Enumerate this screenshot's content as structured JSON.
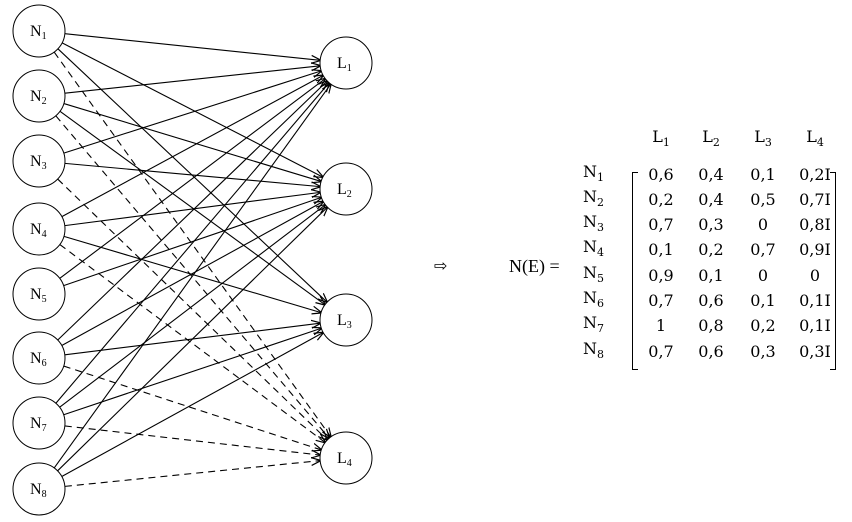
{
  "graph": {
    "sources": [
      {
        "name": "N",
        "sub": "1"
      },
      {
        "name": "N",
        "sub": "2"
      },
      {
        "name": "N",
        "sub": "3"
      },
      {
        "name": "N",
        "sub": "4"
      },
      {
        "name": "N",
        "sub": "5"
      },
      {
        "name": "N",
        "sub": "6"
      },
      {
        "name": "N",
        "sub": "7"
      },
      {
        "name": "N",
        "sub": "8"
      }
    ],
    "targets": [
      {
        "name": "L",
        "sub": "1"
      },
      {
        "name": "L",
        "sub": "2"
      },
      {
        "name": "L",
        "sub": "3"
      },
      {
        "name": "L",
        "sub": "4"
      }
    ],
    "edges_solid_note": "solid arrows = determinate membership, dashed arrows = indeterminate (I)"
  },
  "implies_symbol": "⇨",
  "matrix": {
    "name": "N(E) =",
    "col_heads": [
      {
        "name": "L",
        "sub": "1"
      },
      {
        "name": "L",
        "sub": "2"
      },
      {
        "name": "L",
        "sub": "3"
      },
      {
        "name": "L",
        "sub": "4"
      }
    ],
    "row_heads": [
      {
        "name": "N",
        "sub": "1"
      },
      {
        "name": "N",
        "sub": "2"
      },
      {
        "name": "N",
        "sub": "3"
      },
      {
        "name": "N",
        "sub": "4"
      },
      {
        "name": "N",
        "sub": "5"
      },
      {
        "name": "N",
        "sub": "6"
      },
      {
        "name": "N",
        "sub": "7"
      },
      {
        "name": "N",
        "sub": "8"
      }
    ],
    "rows": [
      [
        "0,6",
        "0,4",
        "0,1",
        "0,2I"
      ],
      [
        "0,2",
        "0,4",
        "0,5",
        "0,7I"
      ],
      [
        "0,7",
        "0,3",
        "0",
        "0,8I"
      ],
      [
        "0,1",
        "0,2",
        "0,7",
        "0,9I"
      ],
      [
        "0,9",
        "0,1",
        "0",
        "0"
      ],
      [
        "0,7",
        "0,6",
        "0,1",
        "0,1I"
      ],
      [
        "1",
        "0,8",
        "0,2",
        "0,1I"
      ],
      [
        "0,7",
        "0,6",
        "0,3",
        "0,3I"
      ]
    ]
  }
}
